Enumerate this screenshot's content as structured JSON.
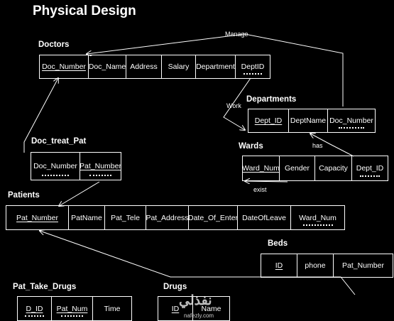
{
  "title": "Physical Design",
  "tables": [
    {
      "name": "Doctors",
      "columns": [
        {
          "label": "Doc_Number",
          "pk": true,
          "fk": false
        },
        {
          "label": "Doc_Name",
          "pk": false,
          "fk": false
        },
        {
          "label": "Address",
          "pk": false,
          "fk": false
        },
        {
          "label": "Salary",
          "pk": false,
          "fk": false
        },
        {
          "label": "Department",
          "pk": false,
          "fk": false
        },
        {
          "label": "DeptID",
          "pk": false,
          "fk": true
        }
      ]
    },
    {
      "name": "Departments",
      "columns": [
        {
          "label": "Dept_ID",
          "pk": true,
          "fk": false
        },
        {
          "label": "DeptName",
          "pk": false,
          "fk": false
        },
        {
          "label": "Doc_Number",
          "pk": false,
          "fk": true
        }
      ]
    },
    {
      "name": "Doc_treat_Pat",
      "columns": [
        {
          "label": "Doc_Number",
          "pk": false,
          "fk": true
        },
        {
          "label": "Pat_Number",
          "pk": true,
          "fk": true
        }
      ]
    },
    {
      "name": "Wards",
      "columns": [
        {
          "label": "Ward_Num",
          "pk": true,
          "fk": false
        },
        {
          "label": "Gender",
          "pk": false,
          "fk": false
        },
        {
          "label": "Capacity",
          "pk": false,
          "fk": false
        },
        {
          "label": "Dept_ID",
          "pk": false,
          "fk": true
        }
      ]
    },
    {
      "name": "Patients",
      "columns": [
        {
          "label": "Pat_Number",
          "pk": true,
          "fk": false
        },
        {
          "label": "PatName",
          "pk": false,
          "fk": false
        },
        {
          "label": "Pat_Tele",
          "pk": false,
          "fk": false
        },
        {
          "label": "Pat_Address",
          "pk": false,
          "fk": false
        },
        {
          "label": "Date_Of_Enter",
          "pk": false,
          "fk": false
        },
        {
          "label": "DateOfLeave",
          "pk": false,
          "fk": false
        },
        {
          "label": "Ward_Num",
          "pk": false,
          "fk": true
        }
      ]
    },
    {
      "name": "Beds",
      "columns": [
        {
          "label": "ID",
          "pk": true,
          "fk": false
        },
        {
          "label": "phone",
          "pk": false,
          "fk": false
        },
        {
          "label": "Pat_Number",
          "pk": false,
          "fk": false
        }
      ]
    },
    {
      "name": "Pat_Take_Drugs",
      "columns": [
        {
          "label": "D_ID",
          "pk": true,
          "fk": true
        },
        {
          "label": "Pat_Num",
          "pk": true,
          "fk": true
        },
        {
          "label": "Time",
          "pk": false,
          "fk": false
        }
      ]
    },
    {
      "name": "Drugs",
      "columns": [
        {
          "label": "ID",
          "pk": true,
          "fk": false
        },
        {
          "label": "Name",
          "pk": false,
          "fk": false
        }
      ]
    }
  ],
  "relationships": [
    {
      "label": "Manage"
    },
    {
      "label": "Work"
    },
    {
      "label": "has"
    },
    {
      "label": "exist"
    }
  ],
  "watermark": {
    "arabic": "نفذلي",
    "latin": "nafezly.com"
  }
}
